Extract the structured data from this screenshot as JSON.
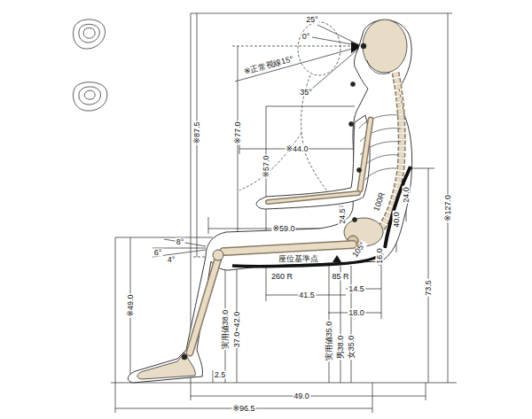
{
  "diagram": {
    "labels": [
      "25°",
      "0°",
      "※正常視線15°",
      "35°",
      "※87.5",
      "※77.0",
      "※44.0",
      "※57.0",
      "※59.0",
      "24.5",
      "100R",
      "24.0",
      "40.0",
      "16.0",
      "105°",
      "座位基準点",
      "6°",
      "8°",
      "4°",
      "260 R",
      "85 R",
      "14.5",
      "41.5",
      "18.0",
      "※49.0",
      "実用値38.0",
      "37.0~42.0",
      "実用値35.0",
      "男38.0",
      "女35.0",
      "73.5",
      "※127.0",
      "2.5",
      "49.0",
      "※96.5"
    ]
  }
}
